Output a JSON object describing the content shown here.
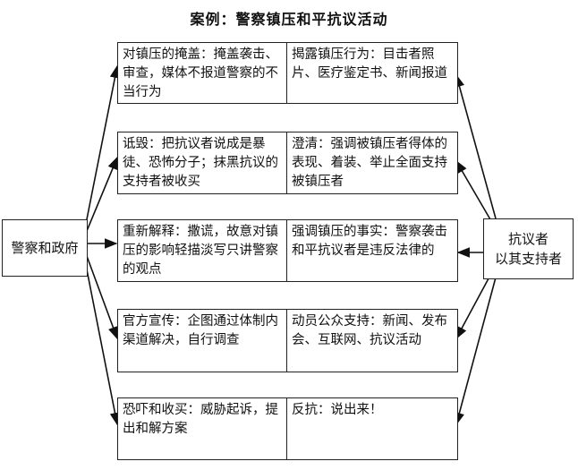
{
  "title": "案例：警察镇压和平抗议活动",
  "left_actor": "警察和政府",
  "right_actor": [
    "抗议者",
    "以其支持者"
  ],
  "rows": [
    {
      "left": "对镇压的掩盖：掩盖袭击、审查，媒体不报道警察的不当行为",
      "right": "揭露镇压行为：目击者照片、医疗鉴定书、新闻报道"
    },
    {
      "left": "诋毁：把抗议者说成是暴徒、恐怖分子；抹黑抗议的支持者被收买",
      "right": "澄清：强调被镇压者得体的表现、着装、举止全面支持被镇压者"
    },
    {
      "left": "重新解释：撒谎，故意对镇压的影响轻描淡写只讲警察的观点",
      "right": "强调镇压的事实：警察袭击和平抗议者是违反法律的"
    },
    {
      "left": "官方宣传：企图通过体制内渠道解决，自行调查",
      "right": "动员公众支持：新闻、发布会、互联网、抗议活动"
    },
    {
      "left": "恐吓和收买：威胁起诉，提出和解方案",
      "right": "反抗：说出来！"
    }
  ]
}
